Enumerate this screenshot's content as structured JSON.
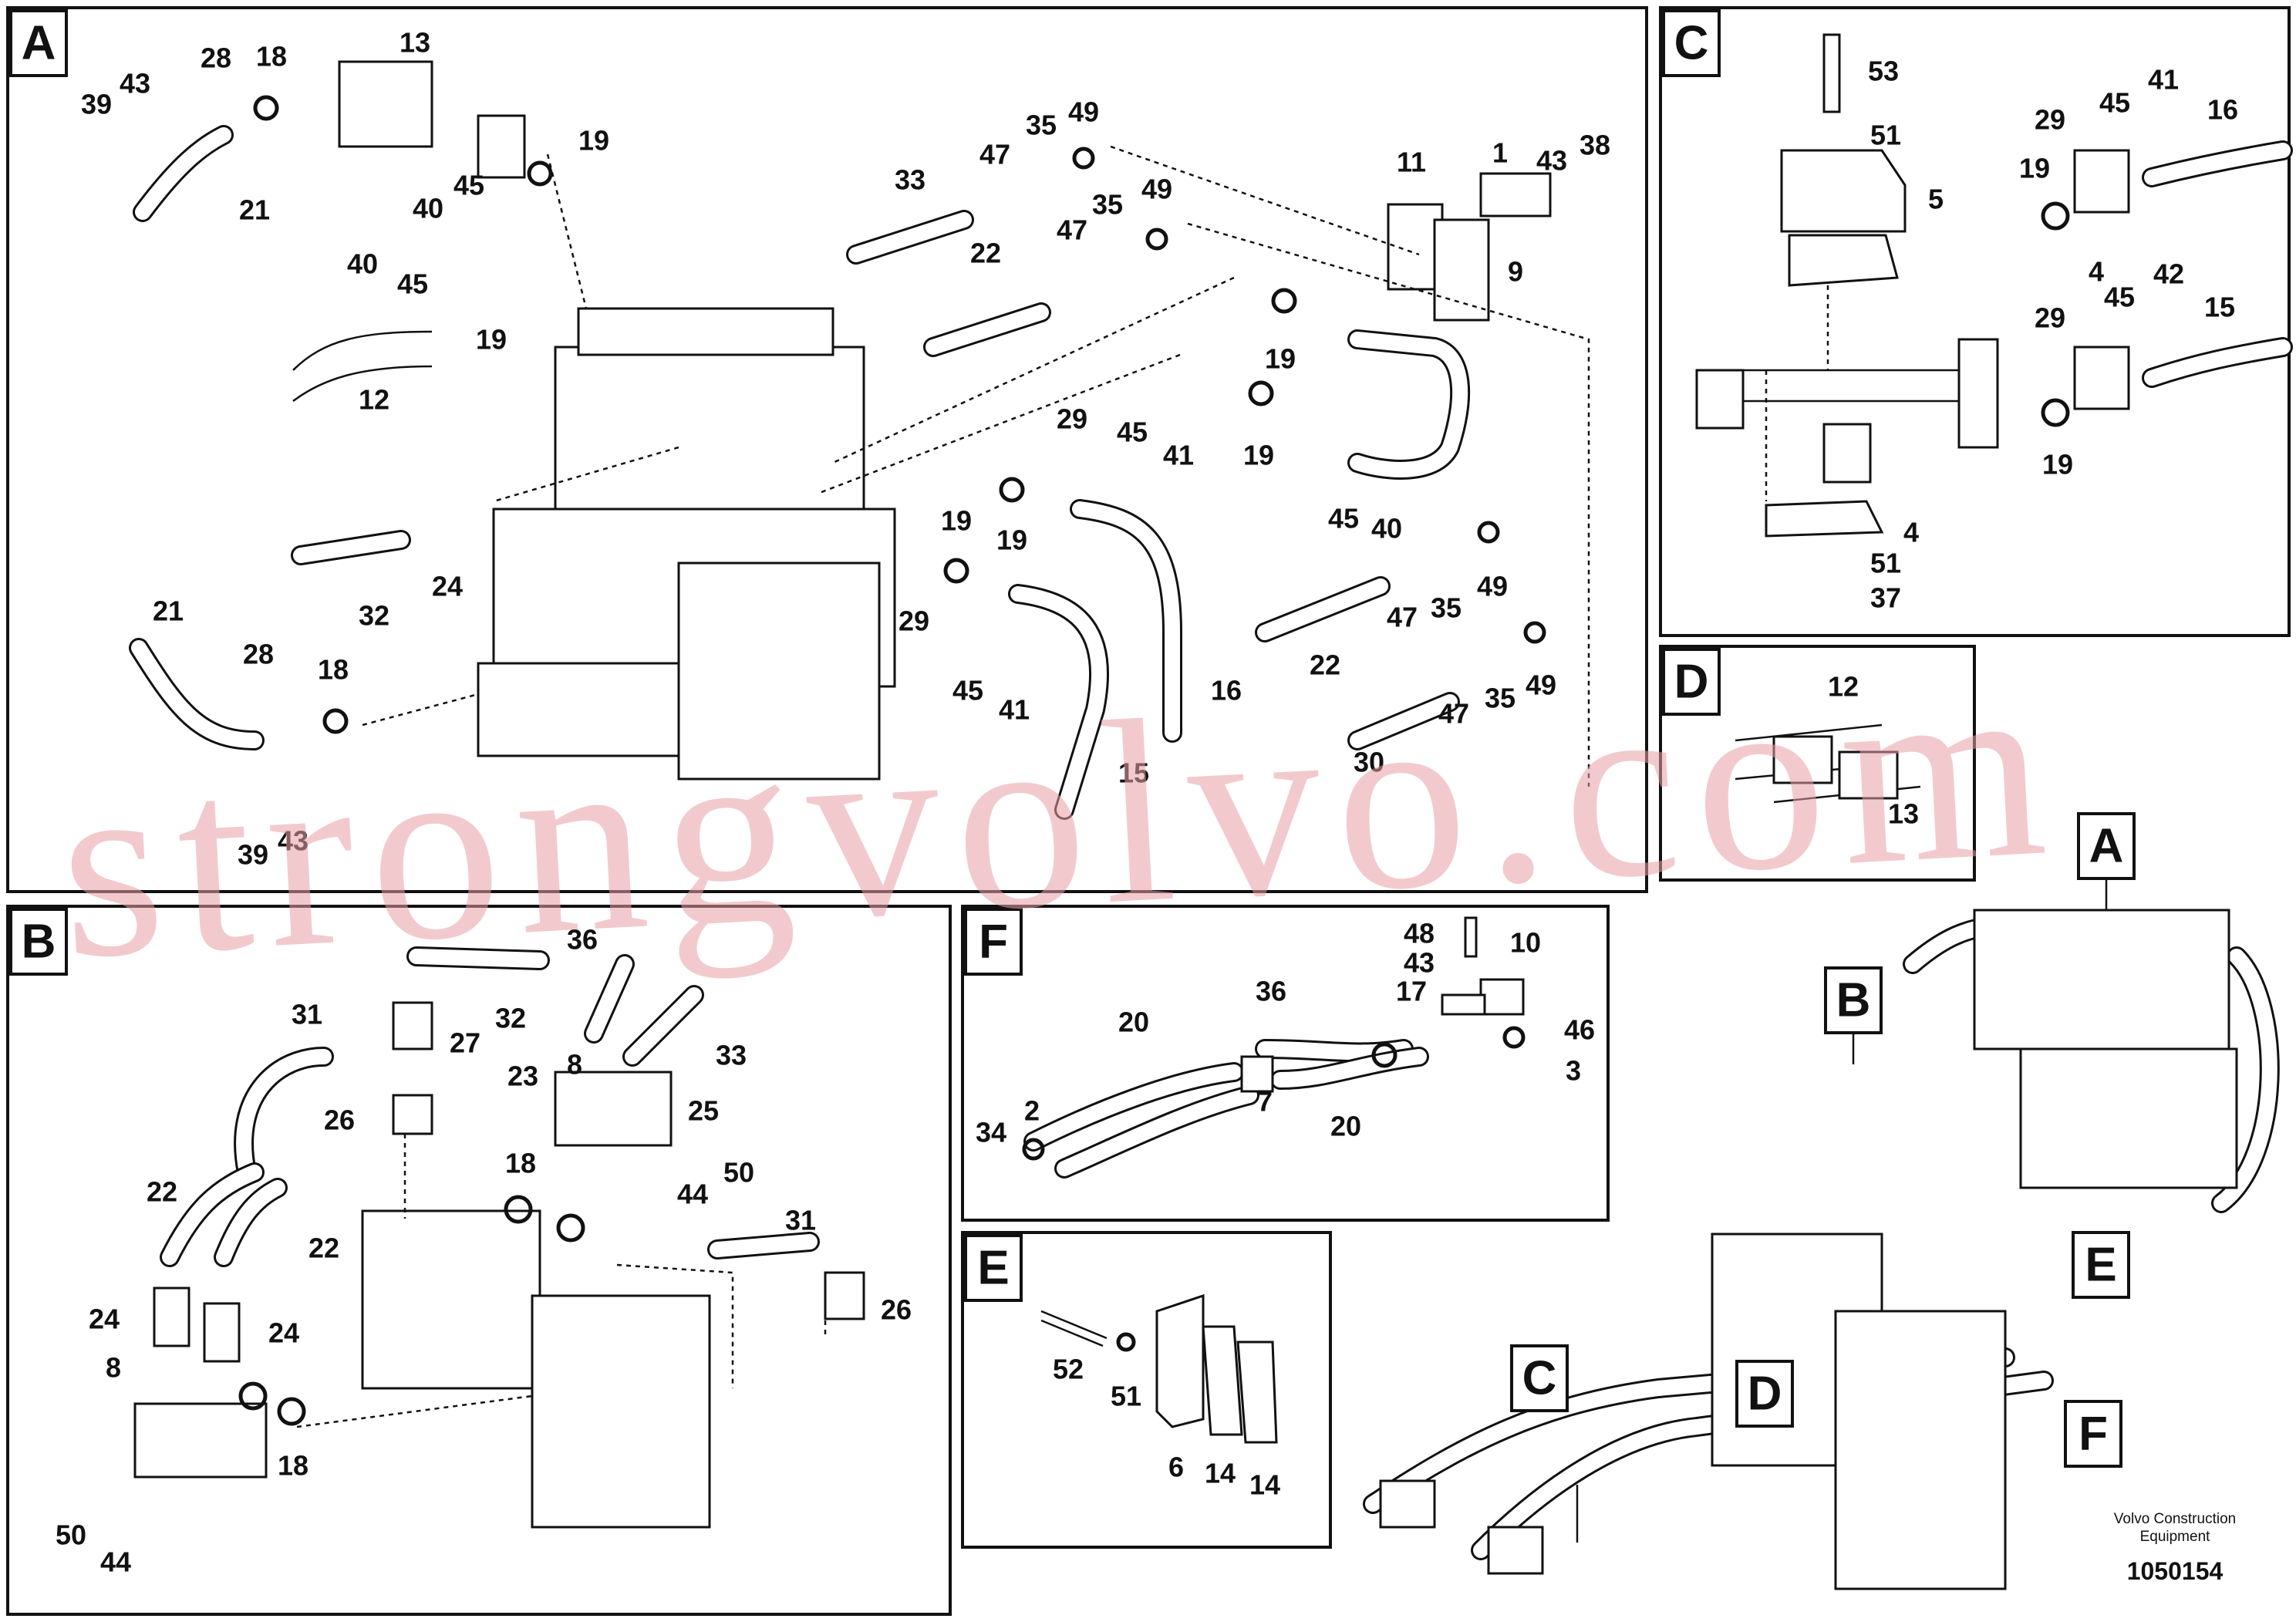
{
  "panels": [
    {
      "letter": "A",
      "callouts": [
        "1",
        "9",
        "11",
        "12",
        "13",
        "15",
        "16",
        "18",
        "18",
        "19",
        "19",
        "19",
        "19",
        "19",
        "19",
        "21",
        "21",
        "22",
        "22",
        "24",
        "28",
        "28",
        "29",
        "29",
        "30",
        "32",
        "33",
        "35",
        "35",
        "35",
        "35",
        "38",
        "39",
        "39",
        "40",
        "40",
        "40",
        "41",
        "41",
        "43",
        "43",
        "43",
        "45",
        "45",
        "45",
        "45",
        "45",
        "47",
        "47",
        "47",
        "47",
        "49",
        "49",
        "49",
        "49"
      ]
    },
    {
      "letter": "B",
      "callouts": [
        "8",
        "8",
        "18",
        "18",
        "22",
        "22",
        "23",
        "24",
        "24",
        "25",
        "26",
        "26",
        "27",
        "31",
        "31",
        "32",
        "33",
        "36",
        "44",
        "44",
        "50",
        "50"
      ]
    },
    {
      "letter": "C",
      "callouts": [
        "4",
        "4",
        "5",
        "15",
        "16",
        "19",
        "19",
        "29",
        "29",
        "37",
        "41",
        "42",
        "45",
        "45",
        "51",
        "51",
        "53"
      ]
    },
    {
      "letter": "D",
      "callouts": [
        "12",
        "13"
      ]
    },
    {
      "letter": "E",
      "callouts": [
        "6",
        "14",
        "14",
        "51",
        "52"
      ]
    },
    {
      "letter": "F",
      "callouts": [
        "2",
        "3",
        "7",
        "10",
        "17",
        "20",
        "20",
        "34",
        "36",
        "43",
        "46",
        "48"
      ]
    }
  ],
  "overview_labels": [
    "A",
    "B",
    "C",
    "D",
    "E",
    "F"
  ],
  "brand": {
    "line1": "Volvo Construction",
    "line2": "Equipment"
  },
  "document_number": "1050154",
  "watermark": "strongvolvo.com"
}
